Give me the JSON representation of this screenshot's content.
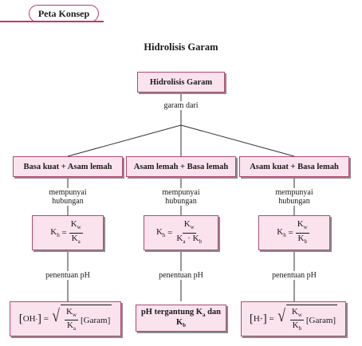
{
  "header": {
    "tab_label": "Peta Konsep"
  },
  "title": "Hidrolisis Garam",
  "root": {
    "label": "Hidrolisis Garam",
    "edge_label": "garam dari"
  },
  "branches": [
    {
      "category": "Basa kuat + Asam lemah",
      "edge1": "mempunyai hubungan",
      "edge2": "penentuan pH",
      "formula": {
        "lhs": "K",
        "lhs_sub": "h",
        "num": "K",
        "num_sub": "w",
        "den": "K",
        "den_sub": "a"
      },
      "ph": {
        "ion": "OH",
        "ion_sup": "-",
        "num": "K",
        "num_sub": "w",
        "den": "K",
        "den_sub": "a",
        "term": "[Garam]"
      }
    },
    {
      "category": "Asam lemah + Basa lemah",
      "edge1": "mempunyai hubungan",
      "edge2": "penentuan pH",
      "formula": {
        "lhs": "K",
        "lhs_sub": "h",
        "num": "K",
        "num_sub": "w",
        "den_a": "K",
        "den_a_sub": "a",
        "dot": "·",
        "den_b": "K",
        "den_b_sub": "b"
      },
      "ph": {
        "text_a": "pH tergantung K",
        "sub_a": "a",
        "text_mid": " dan K",
        "sub_b": "b"
      }
    },
    {
      "category": "Asam kuat + Basa lemah",
      "edge1": "mempunyai hubungan",
      "edge2": "penentuan pH",
      "formula": {
        "lhs": "K",
        "lhs_sub": "h",
        "num": "K",
        "num_sub": "w",
        "den": "K",
        "den_sub": "b"
      },
      "ph": {
        "ion": "H",
        "ion_sup": "+",
        "num": "K",
        "num_sub": "w",
        "den": "K",
        "den_sub": "b",
        "term": "[Garam]"
      }
    }
  ]
}
